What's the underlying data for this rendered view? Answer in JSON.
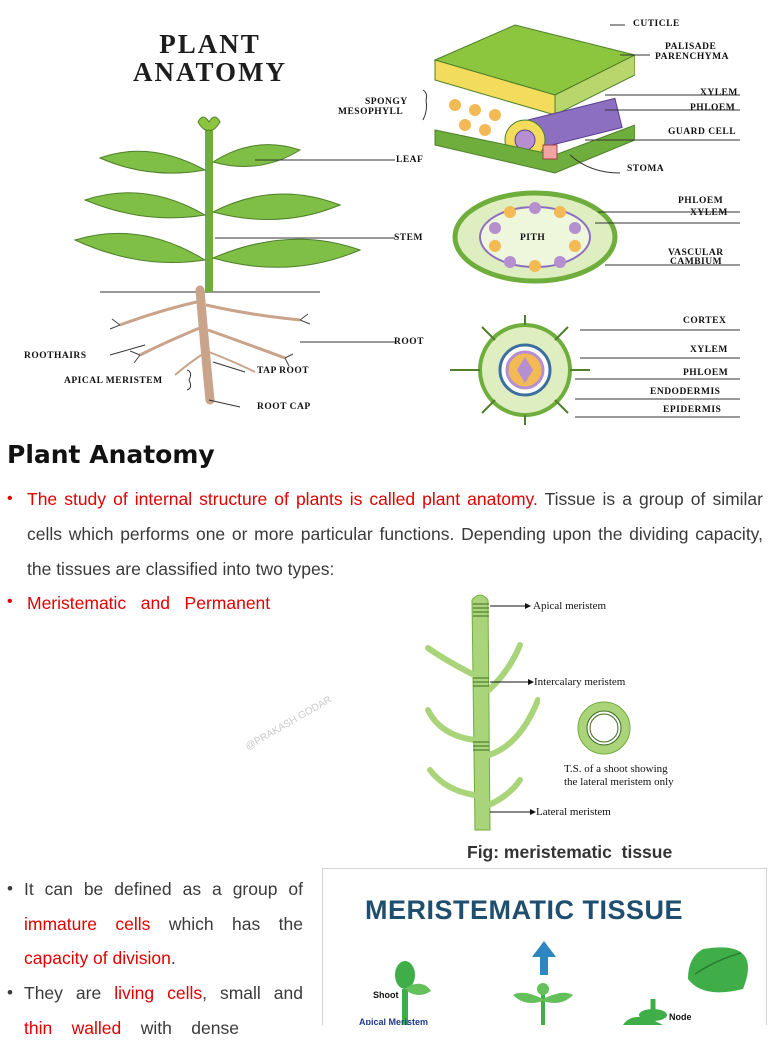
{
  "anatomy_figure": {
    "title_line1": "PLANT",
    "title_line2": "ANATOMY",
    "labels": {
      "cuticle": "CUTICLE",
      "palisade": "PALISADE",
      "parenchyma": "PARENCHYMA",
      "spongy": "SPONGY",
      "mesophyll": "MESOPHYLL",
      "xylem_leaf": "XYLEM",
      "phloem_leaf": "PHLOEM",
      "guard_cell": "GUARD CELL",
      "stoma": "STOMA",
      "leaf": "LEAF",
      "stem": "STEM",
      "root": "ROOT",
      "roothairs": "ROOTHAIRS",
      "tap_root": "TAP ROOT",
      "apical_meristem": "APICAL MERISTEM",
      "root_cap": "ROOT CAP",
      "phloem_stem": "PHLOEM",
      "xylem_stem": "XYLEM",
      "pith": "PITH",
      "vascular": "VASCULAR",
      "cambium": "CAMBIUM",
      "cortex": "CORTEX",
      "xylem_root": "XYLEM",
      "phloem_root": "PHLOEM",
      "endodermis": "ENDODERMIS",
      "epidermis": "EPIDERMIS"
    }
  },
  "section": {
    "heading": "Plant Anatomy",
    "bullet1_red": "The study of internal structure of plants is called plant anatomy.",
    "bullet1_rest": " Tissue is a group of similar cells which performs one or more particular functions. Depending upon the dividing capacity, the tissues are classified into two types:",
    "bullet2_red": "Meristematic   and   Permanent"
  },
  "meristem_figure": {
    "apical": "Apical meristem",
    "intercalary": "Intercalary meristem",
    "ts_line1": "T.S. of a shoot showing",
    "ts_line2": "the lateral meristem only",
    "lateral": "Lateral meristem",
    "watermark": "@PRAKASH GODAR",
    "caption": "Fig: meristematic  tissue"
  },
  "left_text": {
    "b1_part1": "It can be defined as a group of ",
    "b1_red1": "immature cells",
    "b1_part2": " which has the ",
    "b1_red2": "capacity of division",
    "b1_part3": ".",
    "b2_part1": "They are ",
    "b2_red1": "living cells",
    "b2_part2": ", small and ",
    "b2_red2": "thin    walled",
    "b2_part3": "    with    dense"
  },
  "tissue_panel": {
    "title": "MERISTEMATIC TISSUE",
    "shoot": "Shoot",
    "apical": "Apical Meristem",
    "node": "Node"
  },
  "colors": {
    "red": "#e00000",
    "leaf_green": "#6fae3c",
    "dark_green": "#4e7f2a",
    "stem_root": "#c9a38a",
    "phloem_purple": "#b58fd0",
    "xylem_orange": "#f2b955",
    "title_blue": "#1f4e6e",
    "arrow_blue": "#2e86c1"
  }
}
